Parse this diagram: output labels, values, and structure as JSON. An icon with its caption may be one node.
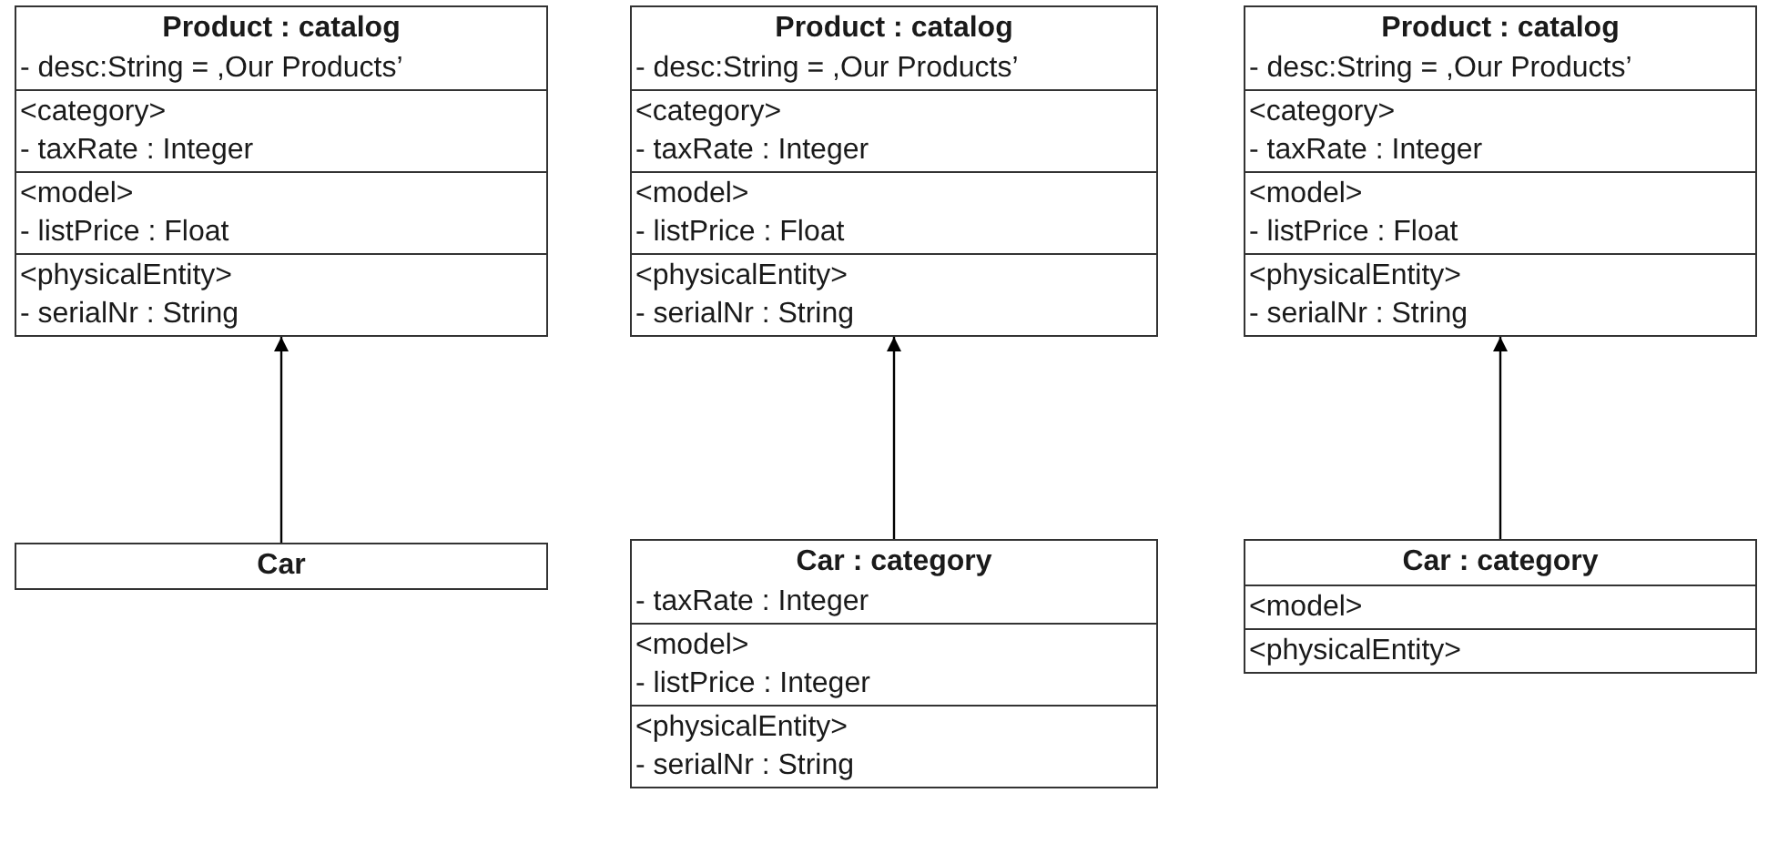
{
  "diagram": {
    "nodes": [
      {
        "text": [],
        "shape": "box"
      },
      {
        "text": [
          "Product : catalog",
          "- desc:String = ,Our Products’"
        ],
        "in": 0
      },
      {
        "text": [
          "<category>",
          "- taxRate : Integer"
        ],
        "in": 0
      },
      {
        "text": [
          "<model>",
          "- listPrice : Float"
        ],
        "in": 0
      },
      {
        "text": [
          "<physicalEntity>",
          "- serialNr : String"
        ],
        "in": 0
      },
      {
        "text": [],
        "shape": "box"
      },
      {
        "text": [
          "Product : catalog",
          "- desc:String = ,Our Products’"
        ],
        "in": 5
      },
      {
        "text": [
          "<category>",
          "- taxRate : Integer"
        ],
        "in": 5
      },
      {
        "text": [
          "<model>",
          "- listPrice : Float"
        ],
        "in": 5
      },
      {
        "text": [
          "<physicalEntity>",
          "- serialNr : String"
        ],
        "in": 5
      },
      {
        "text": [],
        "shape": "box"
      },
      {
        "text": [
          "Product : catalog",
          "- desc:String = ,Our Products’"
        ],
        "in": 10
      },
      {
        "text": [
          "<category>",
          "- taxRate : Integer"
        ],
        "in": 10
      },
      {
        "text": [
          "<model>",
          "- listPrice : Float"
        ],
        "in": 10
      },
      {
        "text": [
          "<physicalEntity>",
          "- serialNr : String"
        ],
        "in": 10
      },
      {
        "text": [],
        "shape": "box"
      },
      {
        "text": [
          "Car"
        ],
        "in": 15
      },
      {
        "text": [],
        "shape": "box"
      },
      {
        "text": [
          "Car : category",
          "- taxRate : Integer"
        ],
        "in": 17
      },
      {
        "text": [
          "<model>",
          "- listPrice : Integer"
        ],
        "in": 17
      },
      {
        "text": [
          "<physicalEntity>",
          "- serialNr : String"
        ],
        "in": 17
      },
      {
        "text": [],
        "shape": "box"
      },
      {
        "text": [
          "Car : category"
        ],
        "in": 21
      },
      {
        "text": [
          "<model>"
        ],
        "in": 21
      },
      {
        "text": [
          "<physicalEntity>"
        ],
        "in": 21
      }
    ],
    "edges": [
      {
        "from": 15,
        "to": 0,
        "arrow": "to"
      },
      {
        "from": 17,
        "to": 5,
        "arrow": "to"
      },
      {
        "from": 21,
        "to": 10,
        "arrow": "to"
      }
    ]
  }
}
